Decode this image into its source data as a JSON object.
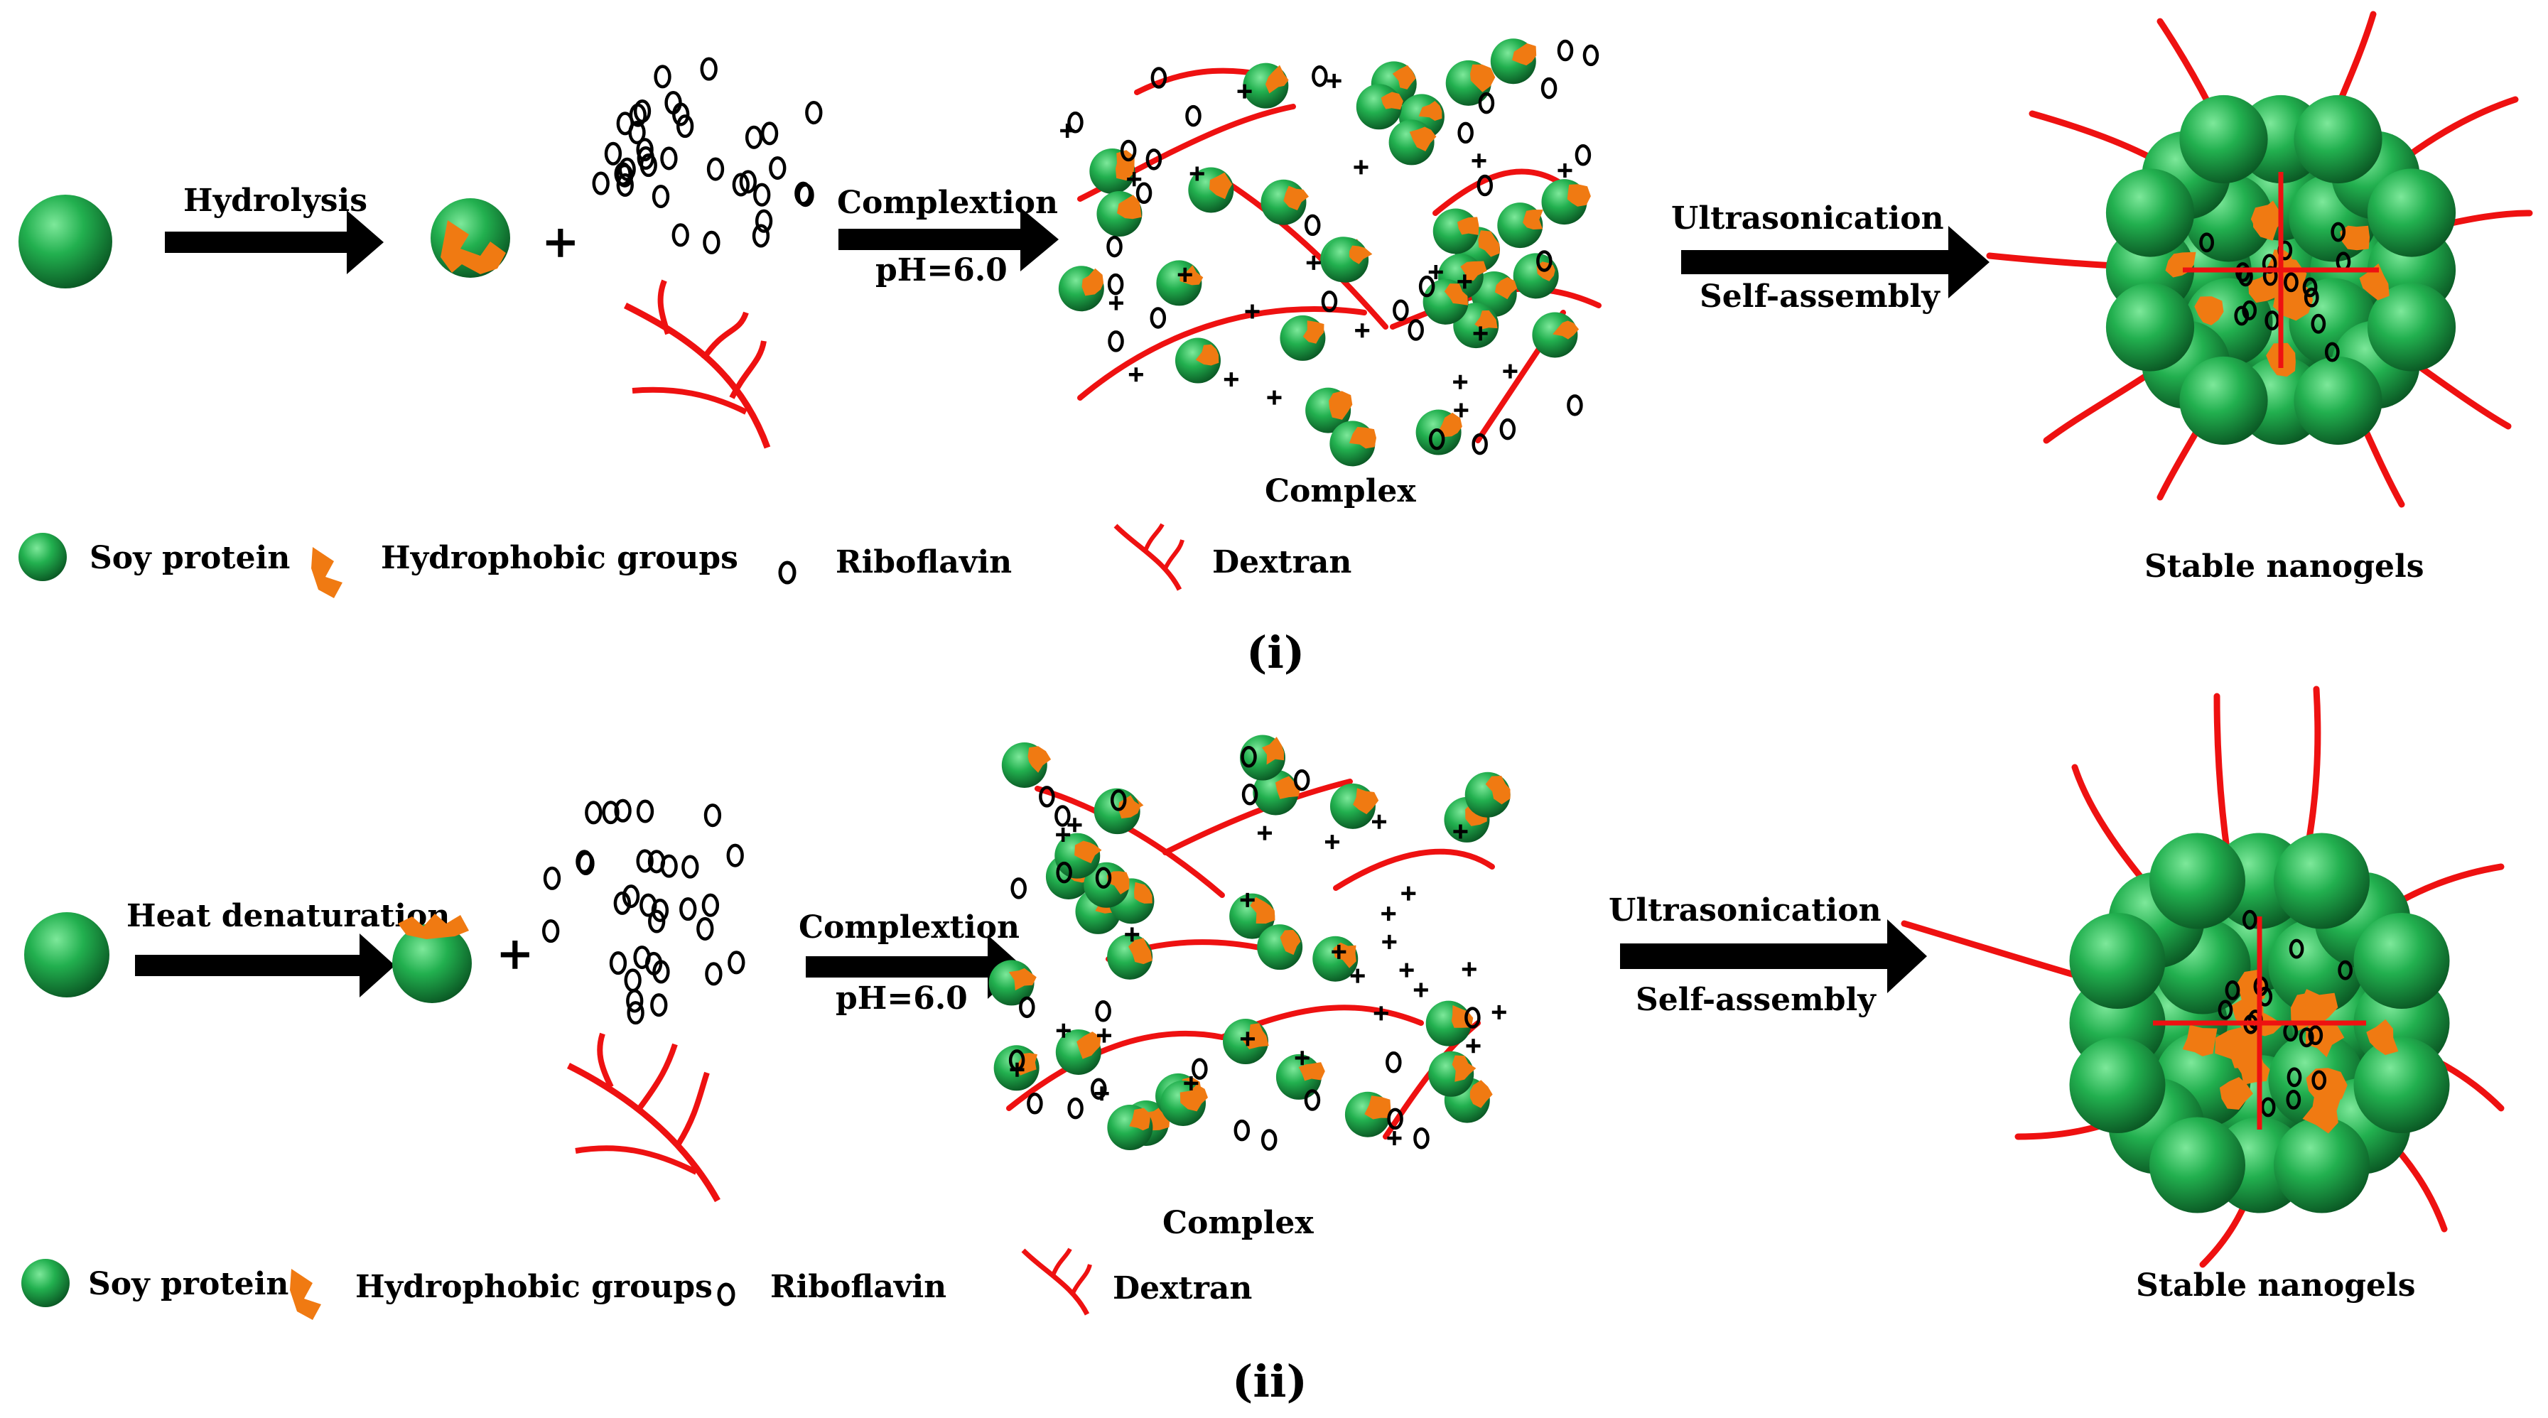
{
  "colors": {
    "protein": "#1fa64a",
    "protein_dark": "#0d6b2c",
    "hydrophobic": "#f07a12",
    "dextran": "#ee1111",
    "arrow": "#000000",
    "text": "#000000"
  },
  "icons": {
    "protein": "green-sphere",
    "hydrophobic": "orange-branch",
    "riboflavin": "small-ring",
    "dextran": "red-branch"
  },
  "panel_i": {
    "step1_label": "Hydrolysis",
    "plus": "+",
    "step2_label": "Complextion",
    "step2_sub": "pH=6.0",
    "complex_label": "Complex",
    "step3_label": "Ultrasonication",
    "step3_sub": "Self-assembly",
    "product_label": "Stable nanogels",
    "legend": {
      "protein": "Soy protein",
      "hydrophobic": "Hydrophobic groups",
      "riboflavin": "Riboflavin",
      "dextran": "Dextran"
    },
    "caption": "(i)"
  },
  "panel_ii": {
    "step1_label": "Heat denaturation",
    "plus": "+",
    "step2_label": "Complextion",
    "step2_sub": "pH=6.0",
    "complex_label": "Complex",
    "step3_label": "Ultrasonication",
    "step3_sub": "Self-assembly",
    "product_label": "Stable nanogels",
    "legend": {
      "protein": "Soy protein",
      "hydrophobic": "Hydrophobic groups",
      "riboflavin": "Riboflavin",
      "dextran": "Dextran"
    },
    "caption": "(ii)"
  }
}
